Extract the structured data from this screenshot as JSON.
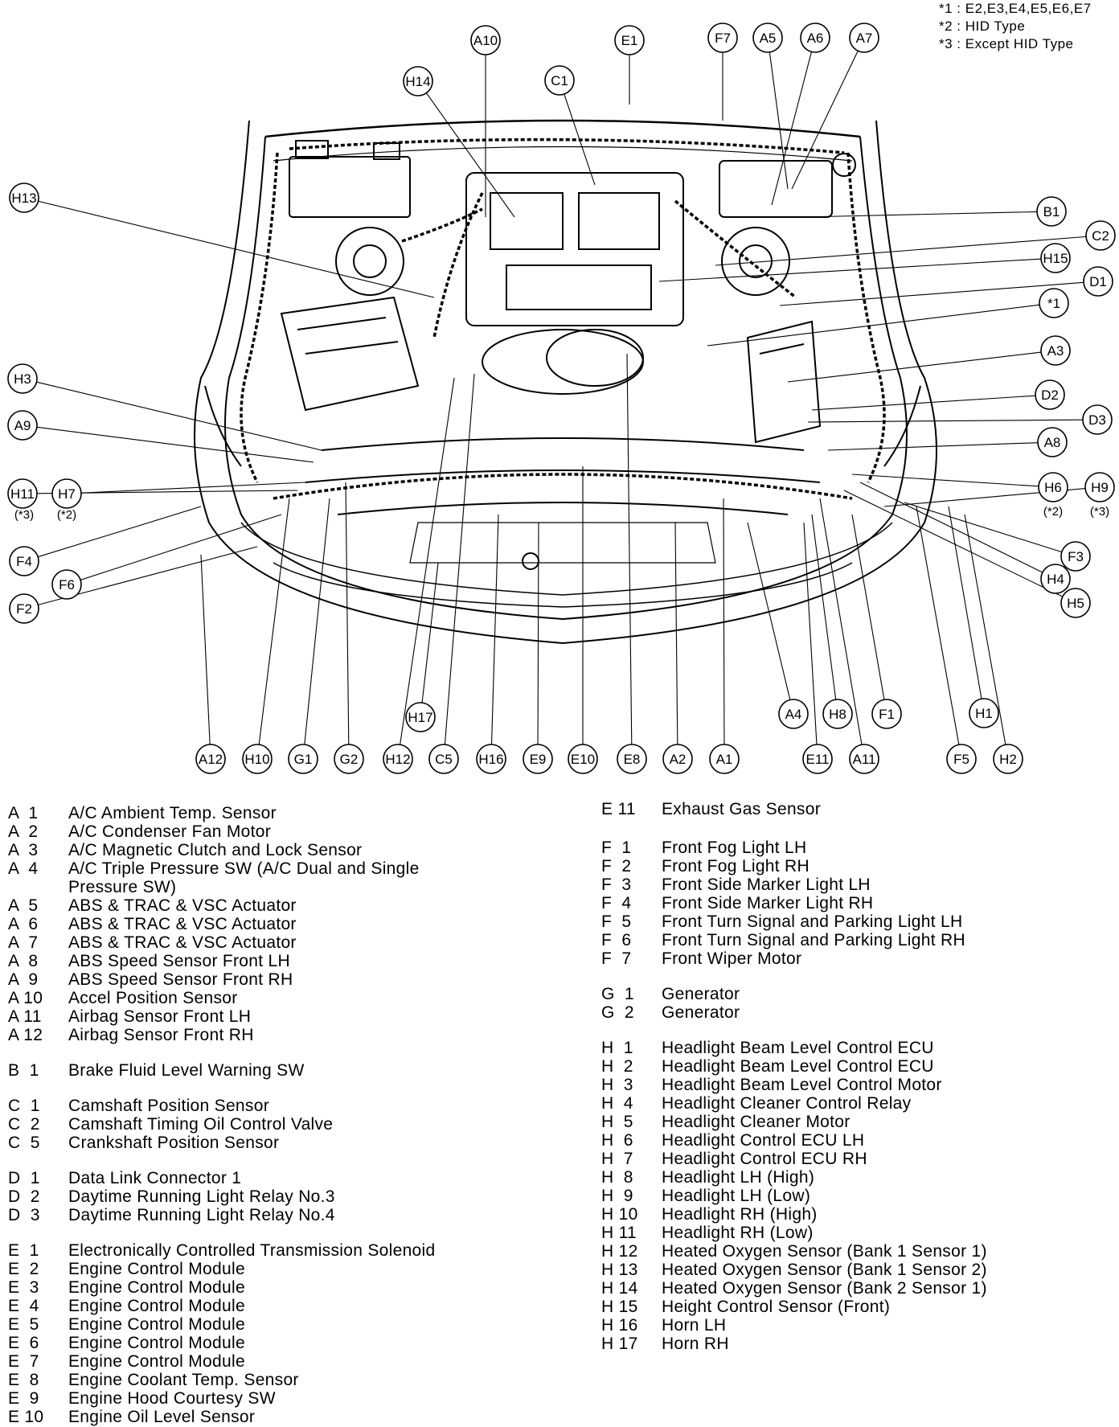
{
  "notes": [
    "*1 : E2,E3,E4,E5,E6,E7",
    "*2 : HID Type",
    "*3 : Except HID Type"
  ],
  "callouts": [
    {
      "label": "A10"
    },
    {
      "label": "E1"
    },
    {
      "label": "F7"
    },
    {
      "label": "A5"
    },
    {
      "label": "A6"
    },
    {
      "label": "A7"
    },
    {
      "label": "H14"
    },
    {
      "label": "C1"
    },
    {
      "label": "H13"
    },
    {
      "label": "B1"
    },
    {
      "label": "C2"
    },
    {
      "label": "H15"
    },
    {
      "label": "D1"
    },
    {
      "label": "*1"
    },
    {
      "label": "A3"
    },
    {
      "label": "D2"
    },
    {
      "label": "D3"
    },
    {
      "label": "A8"
    },
    {
      "label": "H6"
    },
    {
      "label": "H9"
    },
    {
      "label": "H3"
    },
    {
      "label": "A9"
    },
    {
      "label": "H11"
    },
    {
      "label": "H7"
    },
    {
      "label": "F4"
    },
    {
      "label": "F6"
    },
    {
      "label": "F2"
    },
    {
      "label": "F3"
    },
    {
      "label": "H4"
    },
    {
      "label": "H5"
    },
    {
      "label": "H17"
    },
    {
      "label": "A4"
    },
    {
      "label": "H8"
    },
    {
      "label": "F1"
    },
    {
      "label": "H1"
    },
    {
      "label": "A12"
    },
    {
      "label": "H10"
    },
    {
      "label": "G1"
    },
    {
      "label": "G2"
    },
    {
      "label": "H12"
    },
    {
      "label": "C5"
    },
    {
      "label": "H16"
    },
    {
      "label": "E9"
    },
    {
      "label": "E10"
    },
    {
      "label": "E8"
    },
    {
      "label": "A2"
    },
    {
      "label": "A1"
    },
    {
      "label": "E11"
    },
    {
      "label": "A11"
    },
    {
      "label": "F5"
    },
    {
      "label": "H2"
    }
  ],
  "callout_refs": [
    {
      "text": "(*3)"
    },
    {
      "text": "(*2)"
    },
    {
      "text": "(*2)"
    },
    {
      "text": "(*3)"
    }
  ],
  "legend_left": [
    {
      "code": "A  1",
      "desc": "A/C Ambient Temp. Sensor"
    },
    {
      "code": "A  2",
      "desc": "A/C Condenser Fan Motor"
    },
    {
      "code": "A  3",
      "desc": "A/C Magnetic Clutch and Lock Sensor"
    },
    {
      "code": "A  4",
      "desc": "A/C Triple Pressure SW (A/C Dual and Single"
    },
    {
      "code": "",
      "desc": "Pressure SW)"
    },
    {
      "code": "A  5",
      "desc": "ABS & TRAC & VSC Actuator"
    },
    {
      "code": "A  6",
      "desc": "ABS & TRAC & VSC Actuator"
    },
    {
      "code": "A  7",
      "desc": "ABS & TRAC & VSC Actuator"
    },
    {
      "code": "A  8",
      "desc": "ABS Speed Sensor Front LH"
    },
    {
      "code": "A  9",
      "desc": "ABS Speed Sensor Front RH"
    },
    {
      "code": "A 10",
      "desc": "Accel Position Sensor"
    },
    {
      "code": "A 11",
      "desc": "Airbag Sensor Front LH"
    },
    {
      "code": "A 12",
      "desc": "Airbag Sensor Front RH"
    },
    {
      "code": "B  1",
      "desc": "Brake Fluid Level Warning SW"
    },
    {
      "code": "C  1",
      "desc": "Camshaft Position Sensor"
    },
    {
      "code": "C  2",
      "desc": "Camshaft Timing Oil Control Valve"
    },
    {
      "code": "C  5",
      "desc": "Crankshaft Position Sensor"
    },
    {
      "code": "D  1",
      "desc": "Data Link Connector 1"
    },
    {
      "code": "D  2",
      "desc": "Daytime Running Light Relay No.3"
    },
    {
      "code": "D  3",
      "desc": "Daytime Running Light Relay No.4"
    },
    {
      "code": "E  1",
      "desc": "Electronically Controlled Transmission Solenoid"
    },
    {
      "code": "E  2",
      "desc": "Engine Control Module"
    },
    {
      "code": "E  3",
      "desc": "Engine Control Module"
    },
    {
      "code": "E  4",
      "desc": "Engine Control Module"
    },
    {
      "code": "E  5",
      "desc": "Engine Control Module"
    },
    {
      "code": "E  6",
      "desc": "Engine Control Module"
    },
    {
      "code": "E  7",
      "desc": "Engine Control Module"
    },
    {
      "code": "E  8",
      "desc": "Engine Coolant Temp. Sensor"
    },
    {
      "code": "E  9",
      "desc": "Engine Hood Courtesy SW"
    },
    {
      "code": "E 10",
      "desc": "Engine Oil Level Sensor"
    }
  ],
  "legend_right": [
    {
      "code": "E 11",
      "desc": "Exhaust Gas Sensor"
    },
    {
      "code": "F  1",
      "desc": "Front Fog Light LH"
    },
    {
      "code": "F  2",
      "desc": "Front Fog Light RH"
    },
    {
      "code": "F  3",
      "desc": "Front Side Marker Light LH"
    },
    {
      "code": "F  4",
      "desc": "Front Side Marker Light RH"
    },
    {
      "code": "F  5",
      "desc": "Front Turn Signal and Parking Light LH"
    },
    {
      "code": "F  6",
      "desc": "Front Turn Signal and Parking Light RH"
    },
    {
      "code": "F  7",
      "desc": "Front Wiper Motor"
    },
    {
      "code": "G  1",
      "desc": "Generator"
    },
    {
      "code": "G  2",
      "desc": "Generator"
    },
    {
      "code": "H  1",
      "desc": "Headlight Beam Level Control ECU"
    },
    {
      "code": "H  2",
      "desc": "Headlight Beam Level Control ECU"
    },
    {
      "code": "H  3",
      "desc": "Headlight Beam Level Control Motor"
    },
    {
      "code": "H  4",
      "desc": "Headlight Cleaner Control Relay"
    },
    {
      "code": "H  5",
      "desc": "Headlight Cleaner Motor"
    },
    {
      "code": "H  6",
      "desc": "Headlight Control ECU LH"
    },
    {
      "code": "H  7",
      "desc": "Headlight Control ECU RH"
    },
    {
      "code": "H  8",
      "desc": "Headlight LH (High)"
    },
    {
      "code": "H  9",
      "desc": "Headlight LH (Low)"
    },
    {
      "code": "H 10",
      "desc": "Headlight RH (High)"
    },
    {
      "code": "H 11",
      "desc": "Headlight RH (Low)"
    },
    {
      "code": "H 12",
      "desc": "Heated Oxygen Sensor (Bank 1 Sensor 1)"
    },
    {
      "code": "H 13",
      "desc": "Heated Oxygen Sensor (Bank 1 Sensor 2)"
    },
    {
      "code": "H 14",
      "desc": "Heated Oxygen Sensor (Bank 2 Sensor 1)"
    },
    {
      "code": "H 15",
      "desc": "Height Control Sensor (Front)"
    },
    {
      "code": "H 16",
      "desc": "Horn LH"
    },
    {
      "code": "H 17",
      "desc": "Horn RH"
    }
  ]
}
